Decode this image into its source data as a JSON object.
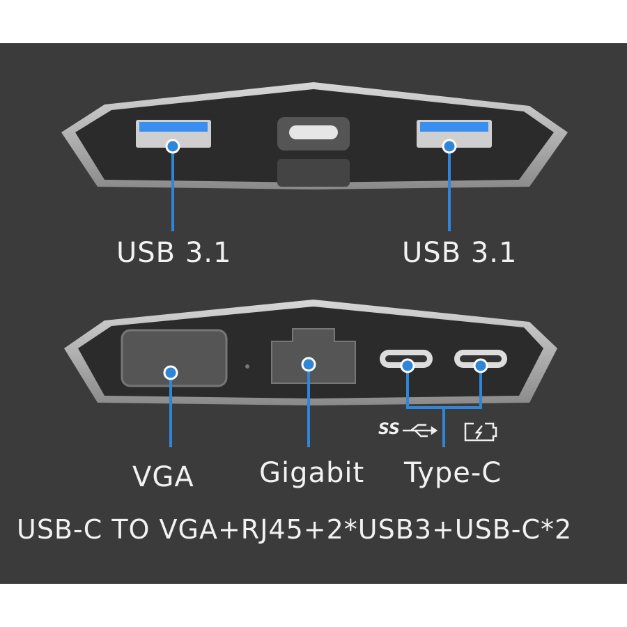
{
  "labels": {
    "usb_left": "USB 3.1",
    "usb_right": "USB 3.1",
    "vga": "VGA",
    "gigabit": "Gigabit",
    "typec": "Type-C",
    "ss": "SS"
  },
  "headline": "USB-C TO VGA+RJ45+2*USB3+USB-C*2",
  "icons": [
    "superspeed-usb-icon",
    "charging-battery-icon"
  ],
  "colors": {
    "accent": "#2f86d8",
    "background": "#3b3b3b",
    "port_blue": "#3a8ef0"
  }
}
